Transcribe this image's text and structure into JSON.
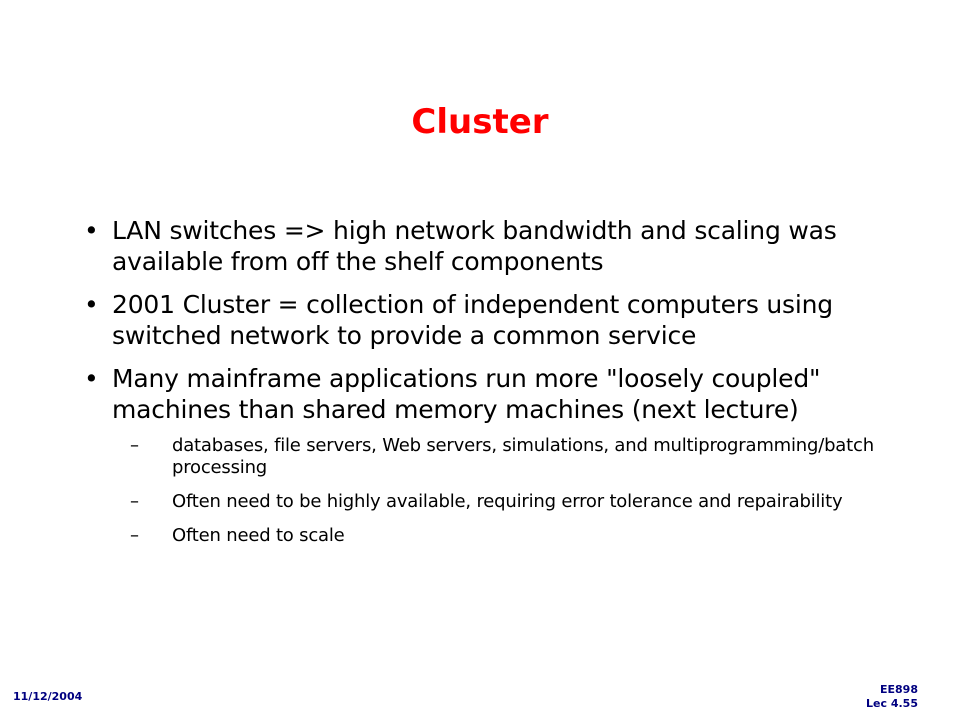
{
  "slide": {
    "title": "Cluster",
    "bullets": [
      {
        "marker": "•",
        "text": "LAN switches => high network bandwidth and scaling was available from off the shelf components"
      },
      {
        "marker": "•",
        "text": "2001 Cluster = collection of independent computers using switched network to provide a common service"
      },
      {
        "marker": "•",
        "text": "Many mainframe applications run more \"loosely coupled\" machines than shared memory machines (next lecture)",
        "sub_items": [
          {
            "marker": "–",
            "text": " databases, file servers, Web servers, simulations, and multiprogramming/batch processing"
          },
          {
            "marker": "–",
            "text": "Often need to be highly available, requiring error tolerance and repairability"
          },
          {
            "marker": "–",
            "text": "Often need to scale"
          }
        ]
      }
    ]
  },
  "footer": {
    "date": "11/12/2004",
    "course": "EE898",
    "lecture": "Lec 4.55"
  },
  "colors": {
    "title": "#ff0000",
    "footer": "#000080"
  }
}
